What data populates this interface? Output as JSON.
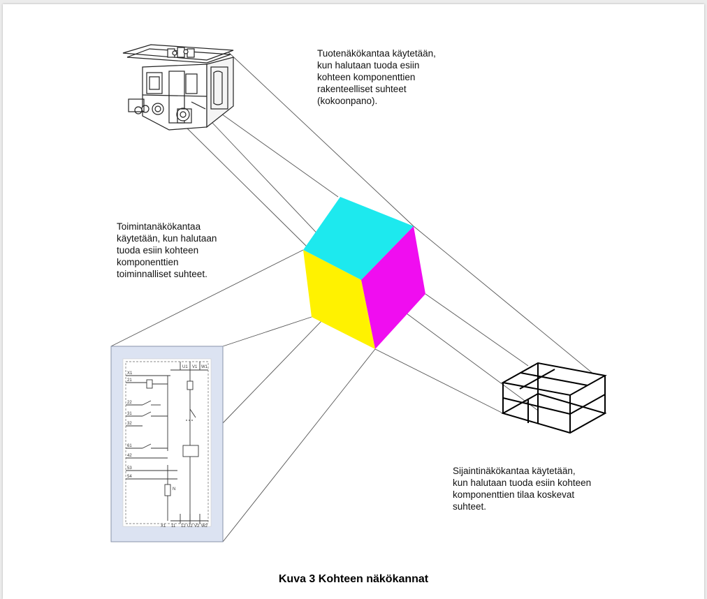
{
  "colors": {
    "top_face": "#1de9ee",
    "right_face": "#f00df0",
    "left_face": "#fff200",
    "schematic_frame_bg": "#dce3f2"
  },
  "notes": {
    "product_view": "Tuotenäkökantaa käytetään,\nkun halutaan tuoda esiin\nkohteen komponenttien\nrakenteelliset suhteet\n(kokoonpano).",
    "function_view": "Toimintanäkökantaa\nkäytetään, kun halutaan\ntuoda esiin kohteen\nkomponenttien\ntoiminnalliset suhteet.",
    "location_view": "Sijaintinäkökantaa käytetään,\nkun halutaan tuoda esiin kohteen\nkomponenttien tilaa koskevat\nsuhteet."
  },
  "schematic": {
    "top_labels": [
      "U1",
      "V1",
      "W1"
    ],
    "side_labels": [
      "X1",
      "21",
      "22",
      "31",
      "32",
      "61",
      "42",
      "53",
      "54"
    ],
    "bottom_labels": [
      "X1",
      "11",
      "12",
      "U2",
      "V2",
      "W2"
    ],
    "small_label": "N"
  },
  "caption": "Kuva 3 Kohteen näkökannat"
}
